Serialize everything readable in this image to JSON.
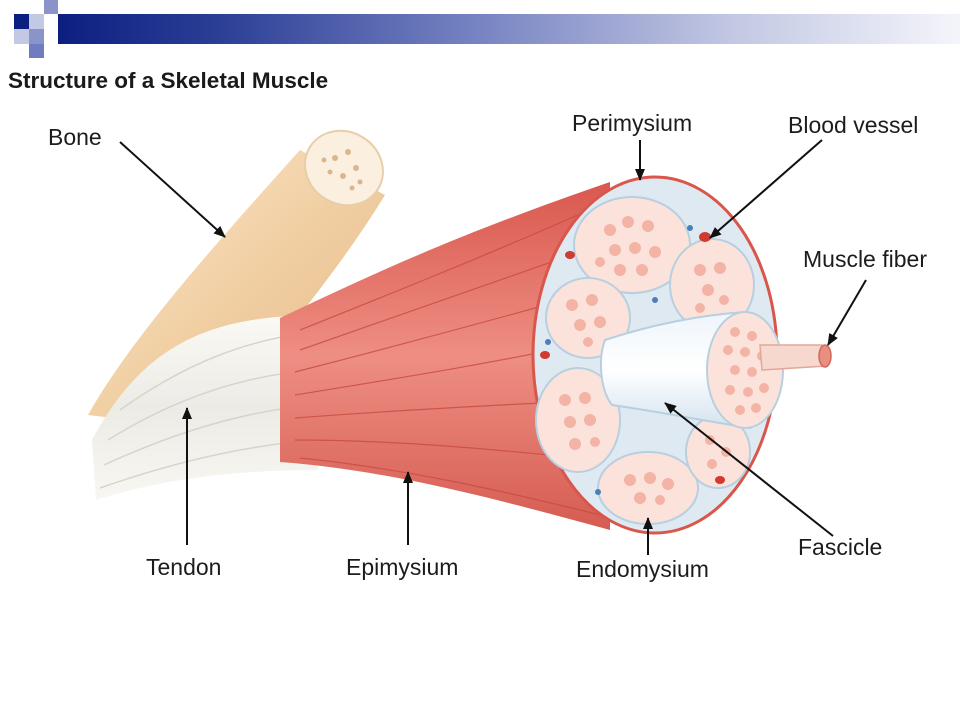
{
  "header": {
    "accent_colors": [
      "#0c1f80",
      "#6f7cc0",
      "#c3c8e3"
    ]
  },
  "diagram": {
    "title": "Structure of a Skeletal Muscle",
    "labels": {
      "bone": "Bone",
      "perimysium": "Perimysium",
      "blood_vessel": "Blood vessel",
      "muscle_fiber": "Muscle fiber",
      "tendon": "Tendon",
      "epimysium": "Epimysium",
      "endomysium": "Endomysium",
      "fascicle": "Fascicle"
    },
    "colors": {
      "bone": "#f0cfa4",
      "tendon": "#f4f2ec",
      "muscle": "#e3776c",
      "fascicle_fill": "#fbe3dc",
      "fiber_dot": "#f3b3a5",
      "connective_tissue": "#dfe9f2",
      "blood_vessel": "#d03a30"
    }
  }
}
